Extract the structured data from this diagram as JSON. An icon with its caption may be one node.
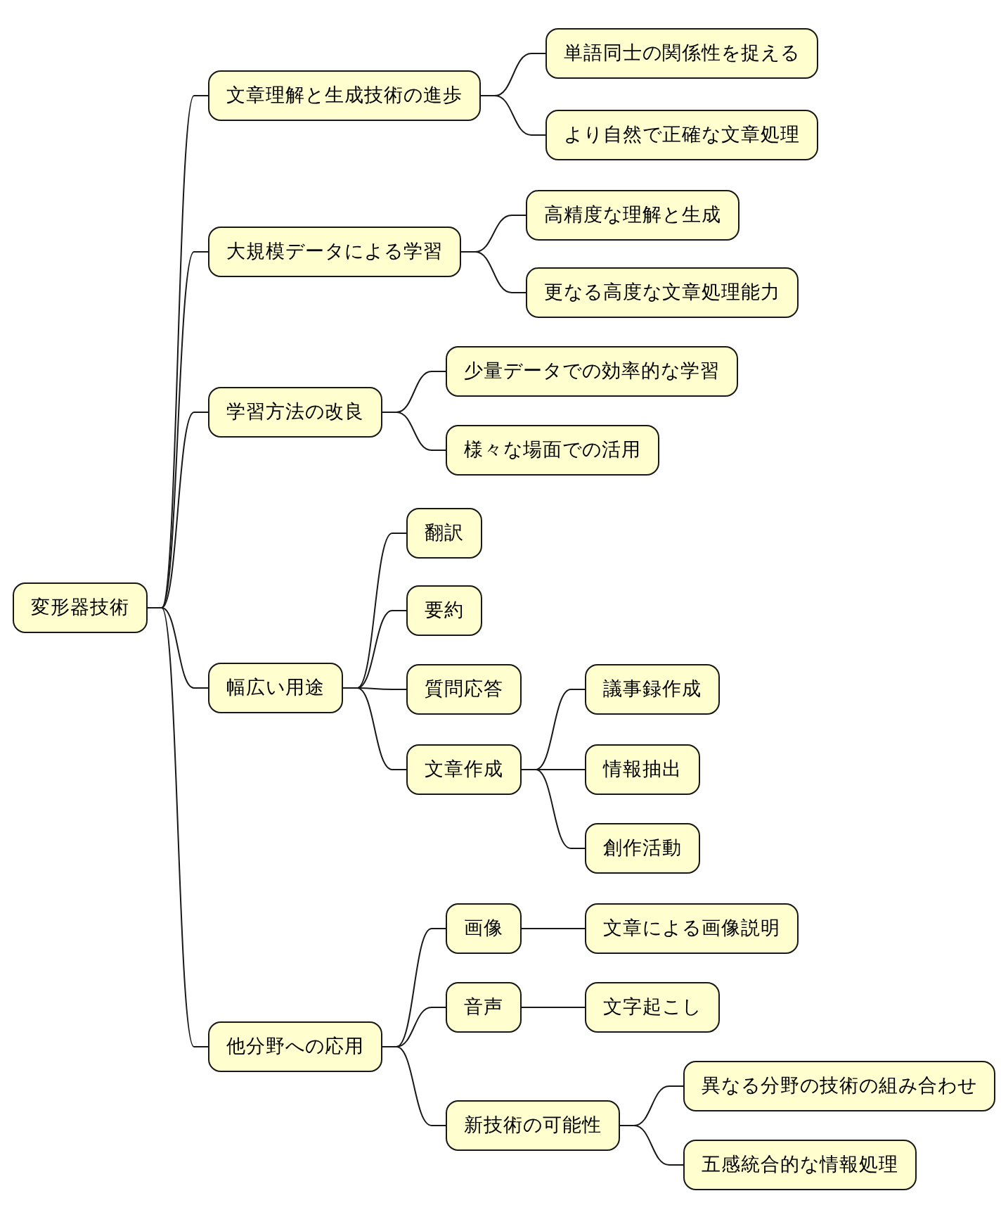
{
  "diagram": {
    "nodes": [
      {
        "text": [
          "変形器技術"
        ]
      },
      {
        "text": [
          "文章理解と生成技術の進歩"
        ]
      },
      {
        "text": [
          "単語同士の関係性を捉える"
        ]
      },
      {
        "text": [
          "より自然で正確な文章処理"
        ]
      },
      {
        "text": [
          "大規模データによる学習"
        ]
      },
      {
        "text": [
          "高精度な理解と生成"
        ]
      },
      {
        "text": [
          "更なる高度な文章処理能力"
        ]
      },
      {
        "text": [
          "学習方法の改良"
        ]
      },
      {
        "text": [
          "少量データでの効率的な学習"
        ]
      },
      {
        "text": [
          "様々な場面での活用"
        ]
      },
      {
        "text": [
          "幅広い用途"
        ]
      },
      {
        "text": [
          "翻訳"
        ]
      },
      {
        "text": [
          "要約"
        ]
      },
      {
        "text": [
          "質問応答"
        ]
      },
      {
        "text": [
          "文章作成"
        ]
      },
      {
        "text": [
          "議事録作成"
        ]
      },
      {
        "text": [
          "情報抽出"
        ]
      },
      {
        "text": [
          "創作活動"
        ]
      },
      {
        "text": [
          "他分野への応用"
        ]
      },
      {
        "text": [
          "画像"
        ]
      },
      {
        "text": [
          "文章による画像説明"
        ]
      },
      {
        "text": [
          "音声"
        ]
      },
      {
        "text": [
          "文字起こし"
        ]
      },
      {
        "text": [
          "新技術の可能性"
        ]
      },
      {
        "text": [
          "異なる分野の技術の組み合わせ"
        ]
      },
      {
        "text": [
          "五感統合的な情報処理"
        ]
      }
    ],
    "edges": [
      {
        "from": 0,
        "to": 1,
        "arrow": "none"
      },
      {
        "from": 1,
        "to": 2,
        "arrow": "none"
      },
      {
        "from": 1,
        "to": 3,
        "arrow": "none"
      },
      {
        "from": 0,
        "to": 4,
        "arrow": "none"
      },
      {
        "from": 4,
        "to": 5,
        "arrow": "none"
      },
      {
        "from": 4,
        "to": 6,
        "arrow": "none"
      },
      {
        "from": 0,
        "to": 7,
        "arrow": "none"
      },
      {
        "from": 7,
        "to": 8,
        "arrow": "none"
      },
      {
        "from": 7,
        "to": 9,
        "arrow": "none"
      },
      {
        "from": 0,
        "to": 10,
        "arrow": "none"
      },
      {
        "from": 10,
        "to": 11,
        "arrow": "none"
      },
      {
        "from": 10,
        "to": 12,
        "arrow": "none"
      },
      {
        "from": 10,
        "to": 13,
        "arrow": "none"
      },
      {
        "from": 10,
        "to": 14,
        "arrow": "none"
      },
      {
        "from": 14,
        "to": 15,
        "arrow": "none"
      },
      {
        "from": 14,
        "to": 16,
        "arrow": "none"
      },
      {
        "from": 14,
        "to": 17,
        "arrow": "none"
      },
      {
        "from": 0,
        "to": 18,
        "arrow": "none"
      },
      {
        "from": 18,
        "to": 19,
        "arrow": "none"
      },
      {
        "from": 19,
        "to": 20,
        "arrow": "none"
      },
      {
        "from": 18,
        "to": 21,
        "arrow": "none"
      },
      {
        "from": 21,
        "to": 22,
        "arrow": "none"
      },
      {
        "from": 18,
        "to": 23,
        "arrow": "none"
      },
      {
        "from": 23,
        "to": 24,
        "arrow": "none"
      },
      {
        "from": 23,
        "to": 25,
        "arrow": "none"
      }
    ]
  }
}
